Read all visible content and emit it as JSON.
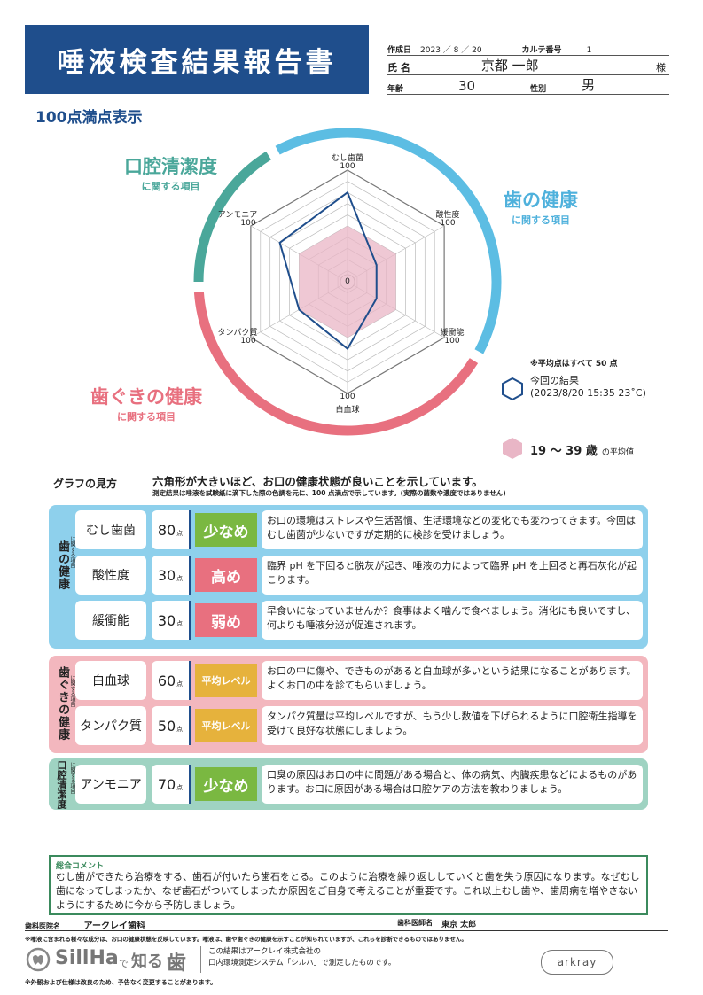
{
  "title": "唾液検査結果報告書",
  "header": {
    "created_label": "作成日",
    "created_value": "2023 ／ 8 ／ 20",
    "chart_no_label": "カルテ番号",
    "chart_no_value": "1",
    "name_label": "氏 名",
    "name_value": "京都 一郎",
    "name_suffix": "様",
    "age_label": "年齢",
    "age_value": "30",
    "sex_label": "性別",
    "sex_value": "男"
  },
  "score_title": "100点満点表示",
  "categories_ring": {
    "oral": {
      "title": "口腔清潔度",
      "sub": "に関する項目",
      "color": "#4aa79a"
    },
    "teeth": {
      "title": "歯の健康",
      "sub": "に関する項目",
      "color": "#5cbde3"
    },
    "gum": {
      "title": "歯ぐきの健康",
      "sub": "に関する項目",
      "color": "#e8707f"
    }
  },
  "chart_data": {
    "type": "radar",
    "axes": [
      "むし歯菌",
      "酸性度",
      "緩衝能",
      "白血球",
      "タンパク質",
      "アンモニア"
    ],
    "center_label": "0",
    "max_label": "100",
    "range": [
      0,
      100
    ],
    "series": [
      {
        "name": "今回の結果",
        "values": [
          80,
          30,
          30,
          60,
          50,
          70
        ],
        "color": "#1f4e8c"
      },
      {
        "name": "19 〜 39 歳の平均値",
        "values": [
          50,
          50,
          50,
          50,
          50,
          50
        ],
        "color": "#e9b6c6"
      }
    ]
  },
  "legend": {
    "avg_note": "※平均点はすべて 50 点",
    "current_line1": "今回の結果",
    "current_line2": "(2023/8/20 15:35 23˚C)",
    "age_avg_main": "19 〜 39 歳",
    "age_avg_suffix": "の平均値"
  },
  "howto": {
    "label": "グラフの見方",
    "lead": "六角形が大きいほど、お口の健康状態が良いことを示しています。",
    "note": "測定結果は唾液を試験紙に滴下した際の色調を元に、100 点満点で示しています。(実際の菌数や濃度ではありません)"
  },
  "groups": [
    {
      "label": "歯の健康",
      "sub": "に関する項目",
      "color": "#8ed0ec",
      "rows": [
        {
          "name": "むし歯菌",
          "value": "80",
          "unit": "点",
          "badge": "少なめ",
          "badge_color": "#7ab841",
          "comment": "お口の環境はストレスや生活習慣、生活環境などの変化でも変わってきます。今回はむし歯菌が少ないですが定期的に検診を受けましょう。"
        },
        {
          "name": "酸性度",
          "value": "30",
          "unit": "点",
          "badge": "高め",
          "badge_color": "#e8707f",
          "comment": "臨界 pH を下回ると脱灰が起き、唾液の力によって臨界 pH を上回ると再石灰化が起こります。"
        },
        {
          "name": "緩衝能",
          "value": "30",
          "unit": "点",
          "badge": "弱め",
          "badge_color": "#e8707f",
          "comment": "早食いになっていませんか？食事はよく噛んで食べましょう。消化にも良いですし、何よりも唾液分泌が促進されます。"
        }
      ]
    },
    {
      "label": "歯ぐきの健康",
      "sub": "に関する項目",
      "color": "#f3b7be",
      "rows": [
        {
          "name": "白血球",
          "value": "60",
          "unit": "点",
          "badge": "平均レベル",
          "badge_color": "#e6b23c",
          "comment": "お口の中に傷や、できものがあると白血球が多いという結果になることがあります。よくお口の中を診てもらいましょう。"
        },
        {
          "name": "タンパク質",
          "value": "50",
          "unit": "点",
          "badge": "平均レベル",
          "badge_color": "#e6b23c",
          "comment": "タンパク質量は平均レベルですが、もう少し数値を下げられるように口腔衛生指導を受けて良好な状態にしましょう。"
        }
      ]
    },
    {
      "label": "口腔清潔度",
      "sub": "に関する項目",
      "color": "#9fd3c2",
      "rows": [
        {
          "name": "アンモニア",
          "value": "70",
          "unit": "点",
          "badge": "少なめ",
          "badge_color": "#7ab841",
          "comment": "口臭の原因はお口の中に問題がある場合と、体の病気、内臓疾患などによるものがあります。お口に原因がある場合は口腔ケアの方法を教わりましょう。"
        }
      ]
    }
  ],
  "overall": {
    "heading": "総合コメント",
    "text": "むし歯ができたら治療をする、歯石が付いたら歯石をとる。このように治療を繰り返ししていくと歯を失う原因になります。なぜむし歯になってしまったか、なぜ歯石がついてしまったか原因をご自身で考えることが重要です。これ以上むし歯や、歯周病を増やさないようにするために今から予防しましょう。"
  },
  "footer": {
    "clinic_label": "歯科医院名",
    "clinic_value": "アークレイ歯科",
    "doctor_label": "歯科医師名",
    "doctor_value": "東京 太郎",
    "disclaimer": "※唾液に含まれる様々な成分は、お口の健康状態を反映しています。唾液は、歯や歯ぐきの健康を示すことが知られていますが、これらを診断できるものではありません。",
    "logo_text": "SillHa",
    "logo_tail_1": "で",
    "logo_tail_2": "知る",
    "logo_tail_3": "歯",
    "system_line1": "この結果はアークレイ株式会社の",
    "system_line2": "口内環境測定システム「シルハ」で測定したものです。",
    "spec_note": "※外観および仕様は改良のため、予告なく変更することがあります。",
    "brand": "arkray"
  }
}
